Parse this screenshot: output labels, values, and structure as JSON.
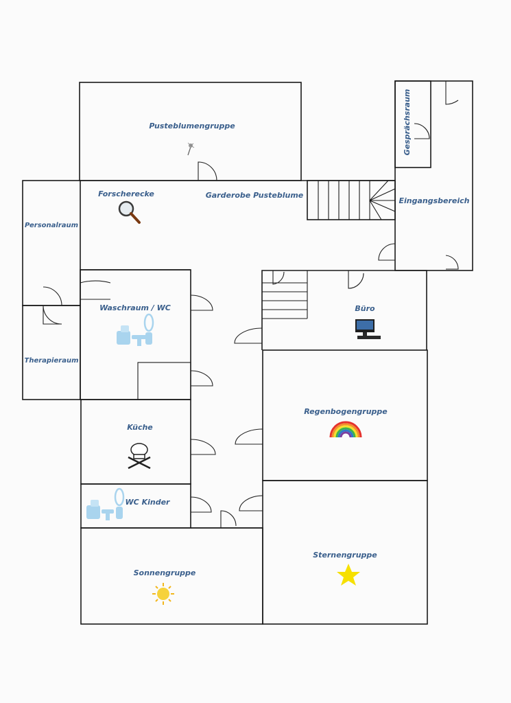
{
  "rooms": {
    "pusteblumengruppe": "Pusteblumengruppe",
    "gespraechsraum": "Gesprächsraum",
    "forscherecke": "Forscherecke",
    "garderobe": "Garderobe Pusteblume",
    "eingangsbereich": "Eingangsbereich",
    "personalraum": "Personalraum",
    "therapieraum": "Therapieraum",
    "waschraum": "Waschraum / WC",
    "buero": "Büro",
    "regenbogengruppe": "Regenbogengruppe",
    "kueche": "Küche",
    "wc_kinder": "WC Kinder",
    "sonnengruppe": "Sonnengruppe",
    "sternengruppe": "Sternengruppe"
  },
  "icons": {
    "pusteblume": "dandelion-icon",
    "forscherecke": "magnifier-icon",
    "waschraum": "toilet-icon",
    "buero": "computer-icon",
    "regenbogen": "rainbow-icon",
    "kueche": "chef-icon",
    "wc_kinder": "toilet-icon",
    "sonne": "sun-icon",
    "stern": "star-icon"
  },
  "colors": {
    "label": "#3a5f8c",
    "toilet": "#a9d4ee",
    "sun": "#f6d23c",
    "star": "#f6e000"
  }
}
